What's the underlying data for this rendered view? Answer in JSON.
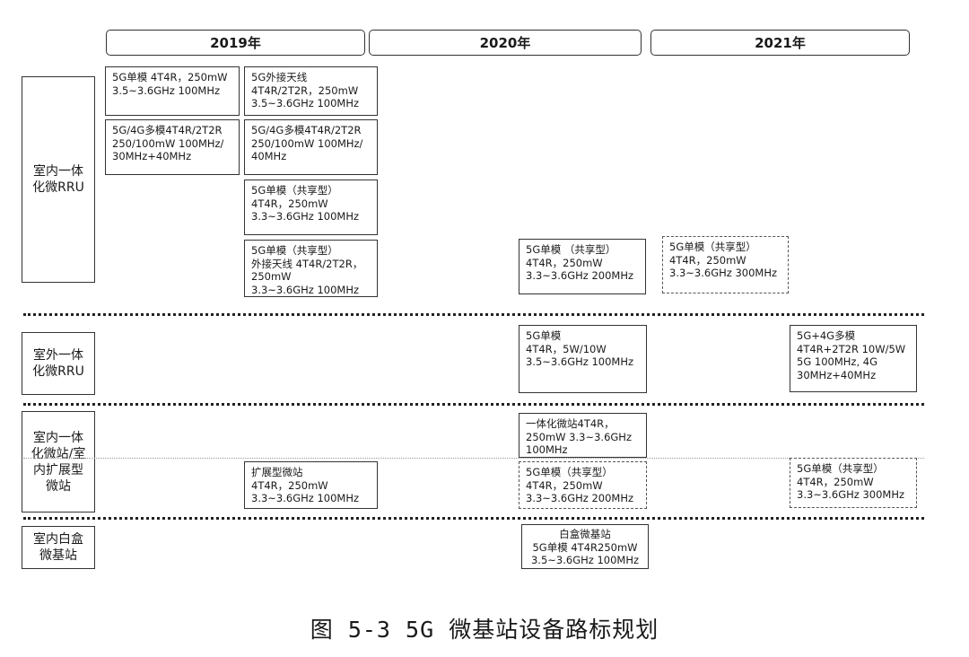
{
  "years": [
    "2019年",
    "2020年",
    "2021年"
  ],
  "categories": {
    "indoor_rru": "室内一体\n化微RRU",
    "outdoor_rru": "室外一体\n化微RRU",
    "indoor_micro": "室内一体\n化微站/室\n内扩展型\n微站",
    "whitebox": "室内白盒\n微基站"
  },
  "boxes": {
    "b1": "5G单模 4T4R，250mW\n3.5~3.6GHz 100MHz",
    "b2": "5G/4G多模4T4R/2T2R\n250/100mW 100MHz/\n30MHz+40MHz",
    "b3": "5G外接天线\n4T4R/2T2R，250mW\n3.5~3.6GHz 100MHz",
    "b4": "5G/4G多模4T4R/2T2R\n250/100mW 100MHz/\n40MHz",
    "b5": "5G单模（共享型）\n4T4R，250mW\n3.3~3.6GHz 100MHz",
    "b6": "5G单模（共享型）\n外接天线 4T4R/2T2R，\n250mW\n3.3~3.6GHz 100MHz",
    "b7": "5G单模 （共享型）\n4T4R，250mW\n3.3~3.6GHz 200MHz",
    "b8": "5G单模（共享型）\n4T4R，250mW\n3.3~3.6GHz 300MHz",
    "b9": "5G单模\n4T4R，5W/10W\n3.5~3.6GHz 100MHz",
    "b10": "5G+4G多模\n4T4R+2T2R 10W/5W\n5G 100MHz, 4G\n30MHz+40MHz",
    "b11": "一体化微站4T4R，\n250mW 3.3~3.6GHz\n100MHz",
    "b12": "扩展型微站\n4T4R，250mW\n3.3~3.6GHz 100MHz",
    "b13": "5G单模（共享型）\n4T4R，250mW\n3.3~3.6GHz 200MHz",
    "b14": "5G单模（共享型）\n4T4R，250mW\n3.3~3.6GHz 300MHz",
    "b15": "白盒微基站\n5G单模 4T4R250mW\n3.5~3.6GHz 100MHz"
  },
  "caption": "图 5-3 5G 微基站设备路标规划"
}
